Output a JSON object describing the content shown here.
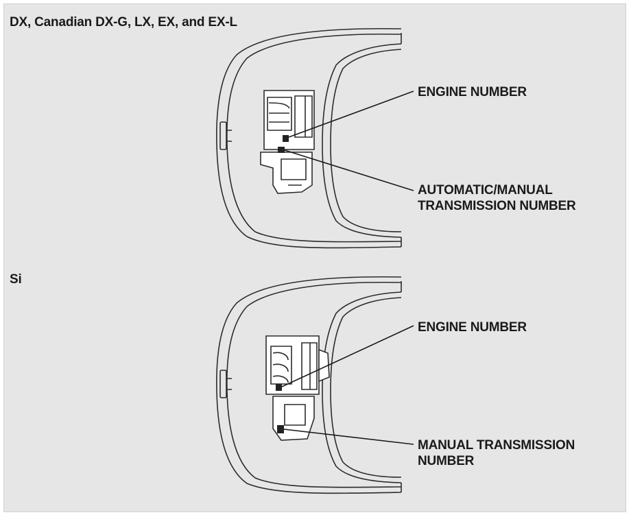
{
  "sections": [
    {
      "heading": "DX, Canadian DX-G, LX, EX, and EX-L",
      "labels": {
        "engine": "ENGINE NUMBER",
        "transmission_line1": "AUTOMATIC/MANUAL",
        "transmission_line2": "TRANSMISSION NUMBER"
      }
    },
    {
      "heading": "Si",
      "labels": {
        "engine": "ENGINE NUMBER",
        "transmission_line1": "MANUAL TRANSMISSION",
        "transmission_line2": "NUMBER"
      }
    }
  ],
  "colors": {
    "background": "#e6e6e6",
    "line": "#2b2b2b",
    "engine_fill": "#ffffff"
  }
}
